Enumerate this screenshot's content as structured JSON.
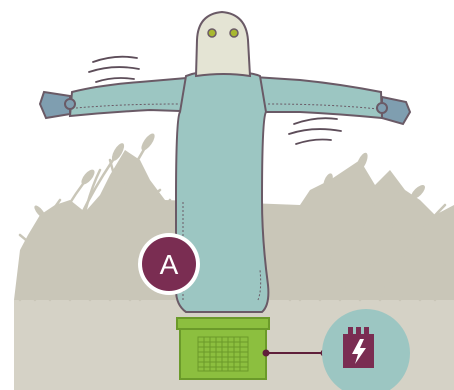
{
  "diagram": {
    "marker_label": "A",
    "colors": {
      "background": "#ffffff",
      "grass": "#c9c6b8",
      "grass_ground": "#d5d2c6",
      "body": "#9cc6c2",
      "outline": "#6a5a66",
      "head": "#e4e4d4",
      "eyes": "#a8b830",
      "cuff": "#7f9eb0",
      "fan_box": "#8cbf3f",
      "fan_grid": "#6b9a2a",
      "wire": "#5f1f3a",
      "battery_circle": "#9cc6c2",
      "battery_body": "#7a2d52",
      "badge": "#7a2d52"
    },
    "icons": {
      "head": "head-shape",
      "fan": "blower-fan-box",
      "battery": "battery-lightning-icon",
      "motion": "motion-lines"
    }
  }
}
